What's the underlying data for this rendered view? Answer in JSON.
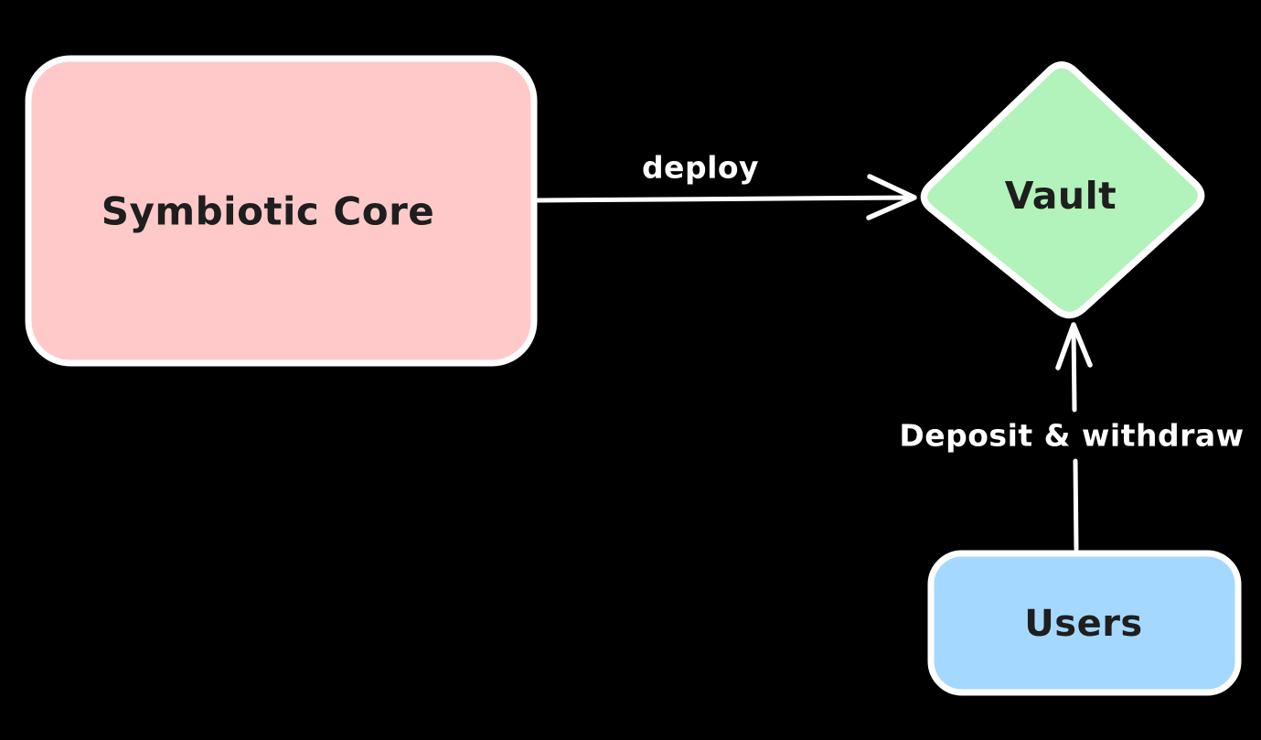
{
  "diagram": {
    "background_color": "#000000",
    "stroke_color": "#FFFFFF",
    "text_color": "#1E1E1E",
    "style": "hand-drawn",
    "nodes": [
      {
        "id": "symbiotic-core",
        "label": "Symbiotic Core",
        "shape": "rectangle",
        "fill": "#FFC9C9"
      },
      {
        "id": "vault",
        "label": "Vault",
        "shape": "diamond",
        "fill": "#B2F2BB"
      },
      {
        "id": "users",
        "label": "Users",
        "shape": "rectangle",
        "fill": "#A5D8FF"
      }
    ],
    "edges": [
      {
        "id": "deploy",
        "label": "deploy",
        "from": "symbiotic-core",
        "to": "vault",
        "direction": "right",
        "color": "#FFFFFF"
      },
      {
        "id": "deposit-withdraw",
        "label": "Deposit & withdraw",
        "from": "users",
        "to": "vault",
        "direction": "up",
        "color": "#FFFFFF"
      }
    ]
  }
}
